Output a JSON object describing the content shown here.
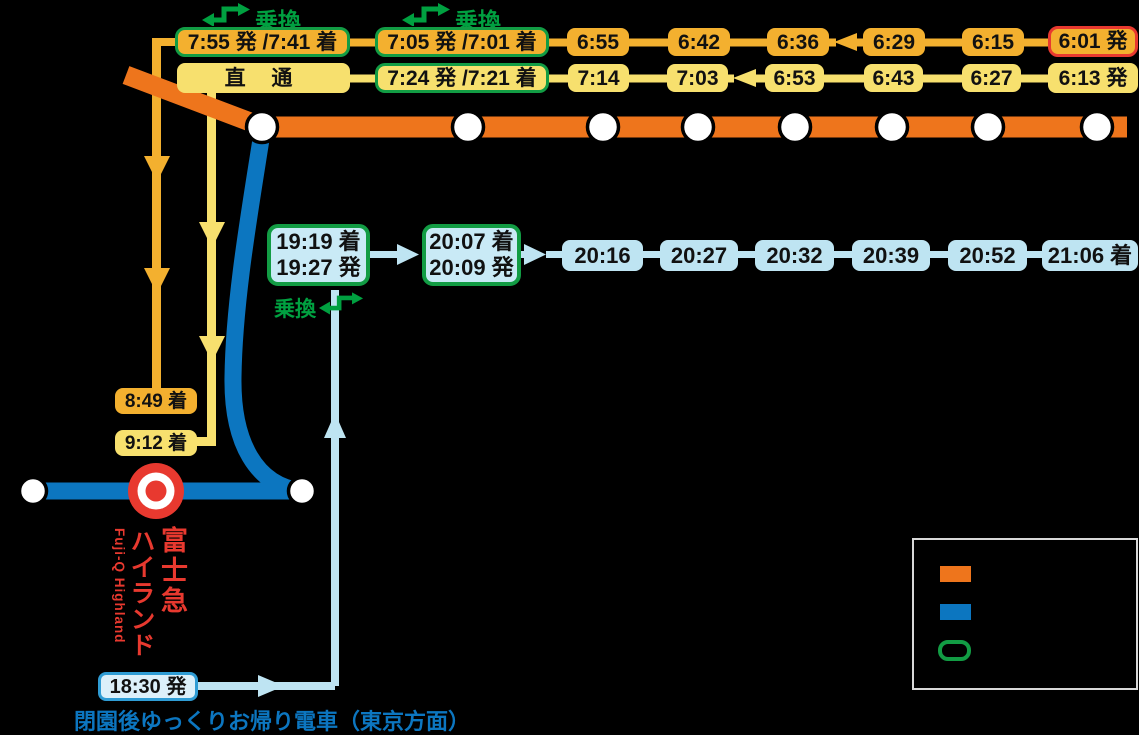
{
  "colors": {
    "background": "#000000",
    "orange_line": "#EE751C",
    "express_yellow": "#F3B02F",
    "local_yellow": "#F7E06E",
    "blue_line": "#0C76C0",
    "light_blue": "#BEE4F2",
    "green_accent": "#129C44",
    "red_accent": "#E8392F",
    "caption_blue": "#0C76C0",
    "legend_border": "#D9D9D9"
  },
  "icons": {
    "transfer": "transfer-zigzag-arrow",
    "station": "station-circle",
    "target_station": "fujiq-target-circle"
  },
  "transfer_label": "乗換",
  "morning": {
    "row1": {
      "transfer1": "7:55 発 /7:41 着",
      "transfer2": "7:05 発 /7:01 着",
      "stops": [
        "6:55",
        "6:42",
        "6:36",
        "6:29",
        "6:15"
      ],
      "origin": "6:01 発"
    },
    "row2": {
      "direct": "直 通",
      "transfer": "7:24 発 /7:21 着",
      "stops": [
        "7:14",
        "7:03",
        "6:53",
        "6:43",
        "6:27"
      ],
      "origin": "6:13 発"
    },
    "arrivals": [
      "8:49 着",
      "9:12 着"
    ]
  },
  "evening": {
    "transfer_box1": [
      "19:19 着",
      "19:27 発"
    ],
    "transfer_box2": [
      "20:07 着",
      "20:09 発"
    ],
    "stops": [
      "20:16",
      "20:27",
      "20:32",
      "20:39",
      "20:52"
    ],
    "terminal": "21:06 着",
    "departure": "18:30 発",
    "caption": "閉園後ゆっくりお帰り電車（東京方面）"
  },
  "station": {
    "name_ja_1": "富士急",
    "name_ja_2": "ハイランド",
    "name_en": "Fuji-Q Highland"
  },
  "legend": {
    "items": [
      "orange-line-swatch",
      "blue-line-swatch",
      "green-outline-box-swatch"
    ]
  }
}
